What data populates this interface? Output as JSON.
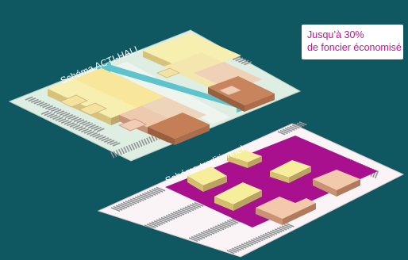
{
  "callout": {
    "line1": "Jusqu’à 30%",
    "line2": "de foncier économisé"
  },
  "labels": {
    "acti_hall": "Schéma ACTI-HALL",
    "traditionnel": "Schéma traditionnel"
  },
  "colors": {
    "background": "#0f5761",
    "acti_plot": "#dfeee2",
    "trad_plot": "#fbf4f6",
    "trad_zone": "#a8108e",
    "callout_text": "#c5118b",
    "arrow": "#5ec3cc",
    "parking": "#8f9396"
  }
}
